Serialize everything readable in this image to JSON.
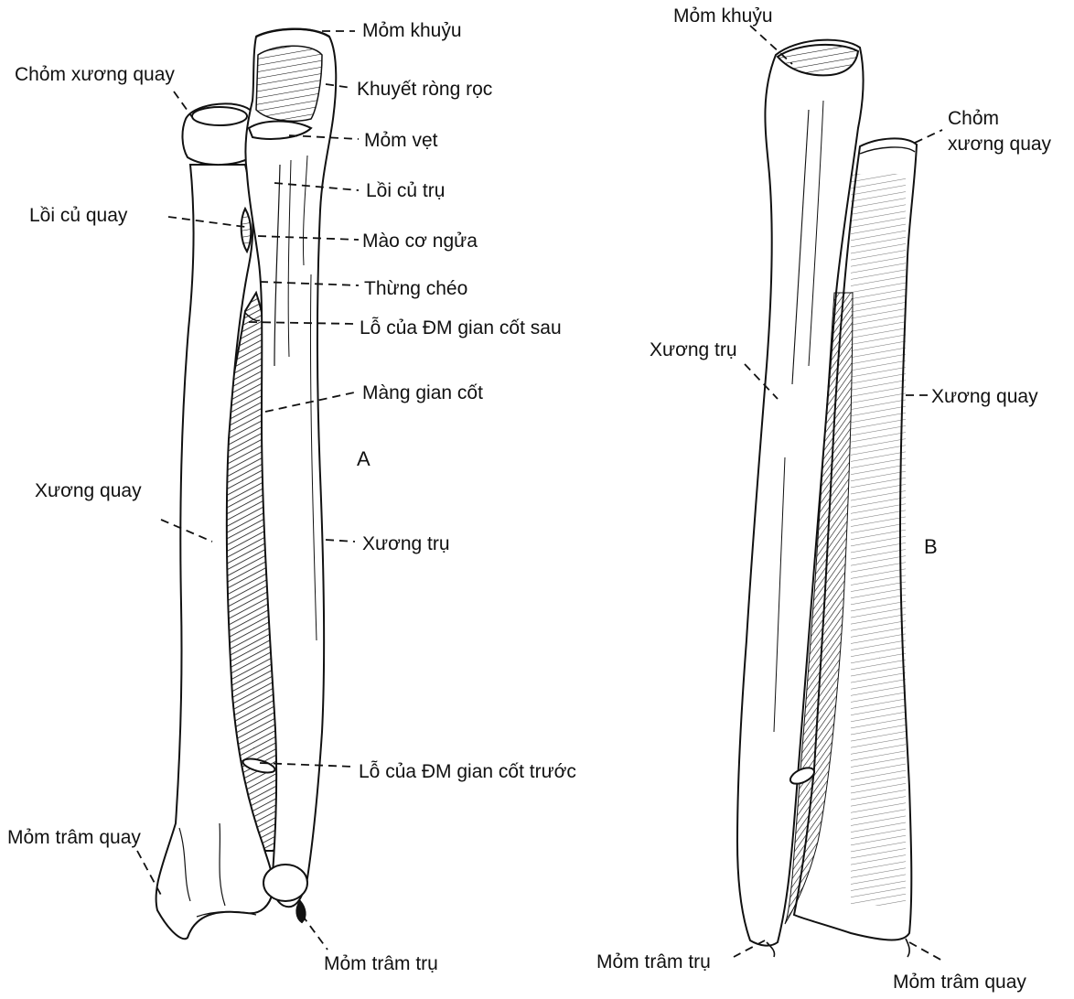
{
  "figure_A": {
    "panel_letter": "A",
    "labels": {
      "olecranon": "Mỏm khuỷu",
      "radial_head": "Chỏm xương quay",
      "trochlear_notch": "Khuyết ròng rọc",
      "coronoid": "Mỏm vẹt",
      "ulnar_tuberosity": "Lồi củ trụ",
      "radial_tuberosity": "Lồi củ quay",
      "supinator_crest": "Mào cơ ngửa",
      "oblique_cord": "Thừng chéo",
      "post_interosseous_foramen": "Lỗ của ĐM gian cốt sau",
      "interosseous_membrane": "Màng gian cốt",
      "radius": "Xương quay",
      "ulna": "Xương trụ",
      "ant_interosseous_foramen": "Lỗ của ĐM gian cốt trước",
      "radial_styloid": "Mỏm trâm quay",
      "ulnar_styloid": "Mỏm trâm trụ"
    }
  },
  "figure_B": {
    "panel_letter": "B",
    "labels": {
      "olecranon": "Mỏm khuỷu",
      "radial_head_line1": "Chỏm",
      "radial_head_line2": "xương quay",
      "ulna": "Xương trụ",
      "radius": "Xương quay",
      "ulnar_styloid": "Mỏm trâm trụ",
      "radial_styloid": "Mỏm trâm quay"
    }
  }
}
